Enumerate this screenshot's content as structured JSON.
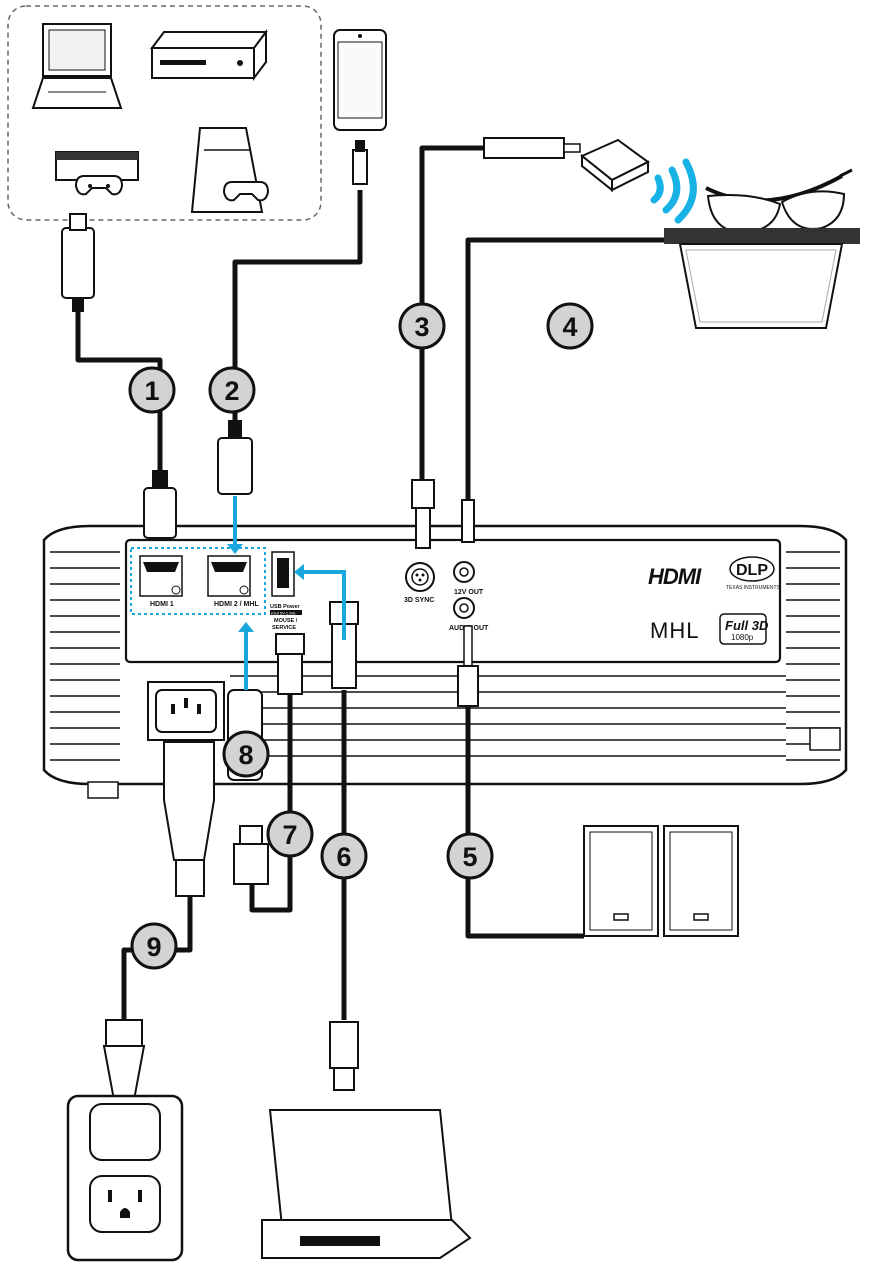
{
  "badges": [
    {
      "label": "1"
    },
    {
      "label": "2"
    },
    {
      "label": "3"
    },
    {
      "label": "4"
    },
    {
      "label": "5"
    },
    {
      "label": "6"
    },
    {
      "label": "7"
    },
    {
      "label": "8"
    },
    {
      "label": "9"
    }
  ],
  "ports": {
    "hdmi1": "HDMI 1",
    "hdmi2": "HDMI 2 / MHL",
    "usb_power": "USB Power",
    "usb_power_rating": "(Out 5V-1.5A)",
    "mouse": "MOUSE /",
    "service": "SERVICE",
    "sync3d": "3D SYNC",
    "out12v": "12V OUT",
    "audio_out": "AUDIO OUT"
  },
  "logos": {
    "hdmi": "HDMI",
    "dlp": "DLP",
    "ti": "TEXAS INSTRUMENTS",
    "mhl": "MHL",
    "full3d": "Full 3D",
    "full3d_res": "1080p"
  },
  "colors": {
    "cable": "#111111",
    "badge_fill": "#d3d3d3",
    "connector_arrow": "#1aa8dc",
    "emitter_waves": "#19b2e6"
  }
}
